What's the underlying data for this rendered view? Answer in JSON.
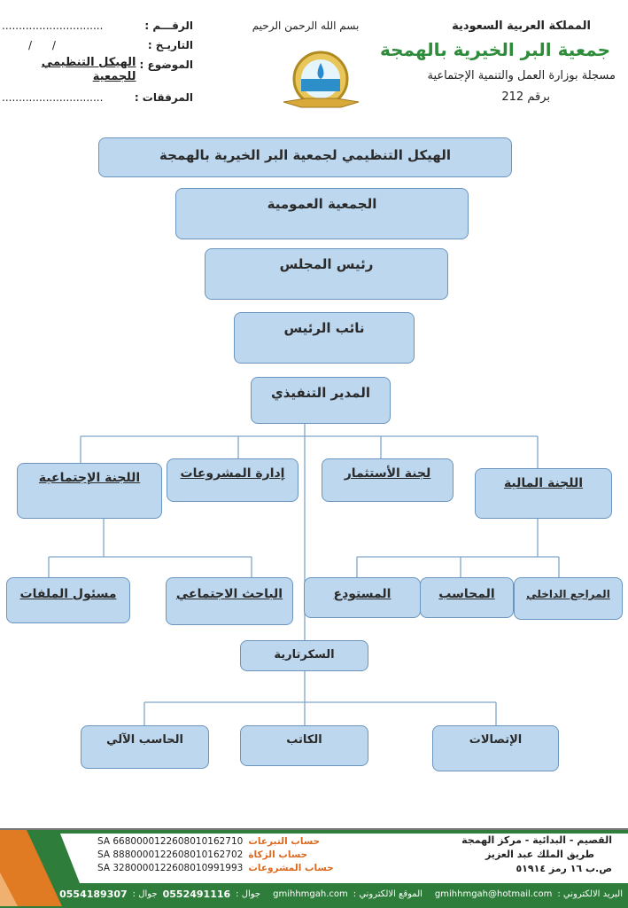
{
  "header": {
    "right": {
      "country": "المملكة العربية السعودية",
      "org_name": "جمعية البر الخيرية بالهمجة",
      "registration": "مسجلة بوزارة العمل والتنمية الإجتماعية",
      "reg_number": "برقم 212"
    },
    "center": {
      "basmala": "بسم الله الرحمن الرحيم"
    },
    "left": {
      "number_label": "الرقـــم :",
      "number_value": "..............................",
      "date_label": "التاريـخ :",
      "date_value": "/      /",
      "subject_label": "الموضوع :",
      "subject_value": "الهيكل التنظيمي للجمعية",
      "attachments_label": "المرفقات :",
      "attachments_value": ".............................."
    }
  },
  "chart": {
    "title": "الهيكل التنظيمي لجمعية البر الخيرية بالهمجة",
    "general_assembly": "الجمعية العمومية",
    "chairman": "رئيس المجلس",
    "vice_chairman": "نائب الرئيس",
    "executive_director": "المدير التنفيذي",
    "social_committee": "اللجنة الإجتماعية",
    "projects_management": "إدارة المشروعات",
    "investment_committee": "لجنة الأستثمار",
    "finance_committee": "اللجنة المالية",
    "files_officer": "مسئول الملفات",
    "social_researcher": "الباحث الاجتماعي",
    "warehouse": "المستودع",
    "accountant": "المحاسب",
    "internal_auditor": "المراجع الداخلي",
    "secretariat": "السكرتارية",
    "computer_operator": "الحاسب الآلي",
    "writer": "الكاتب",
    "communications": "الإتصالات"
  },
  "footer": {
    "accounts": [
      {
        "label": "حساب التبرعات",
        "iban": "SA 6680000122608010162710"
      },
      {
        "label": "حساب الزكاة",
        "iban": "SA 8880000122608010162702"
      },
      {
        "label": "حساب المشروعات",
        "iban": "SA 3280000122608010991993"
      }
    ],
    "address": [
      "القصيم - البدائية - مركز الهمجة",
      "طريق الملك عبد العزيز",
      "ص.ب ١٦ رمز ٥١٩١٤"
    ],
    "email_label": "البريد الالكتروني :",
    "email": "gmihhmgah@hotmail.com",
    "website_label": "الموقع الالكتروني :",
    "website": "gmihhmgah.com",
    "mobile_label": "جوال :",
    "mobile1": "0552491116",
    "mobile2": "0554189307"
  },
  "colors": {
    "box_fill": "#bdd7ee",
    "box_border": "#6b95bf",
    "green": "#2e7d3a",
    "orange": "#e07b24"
  }
}
